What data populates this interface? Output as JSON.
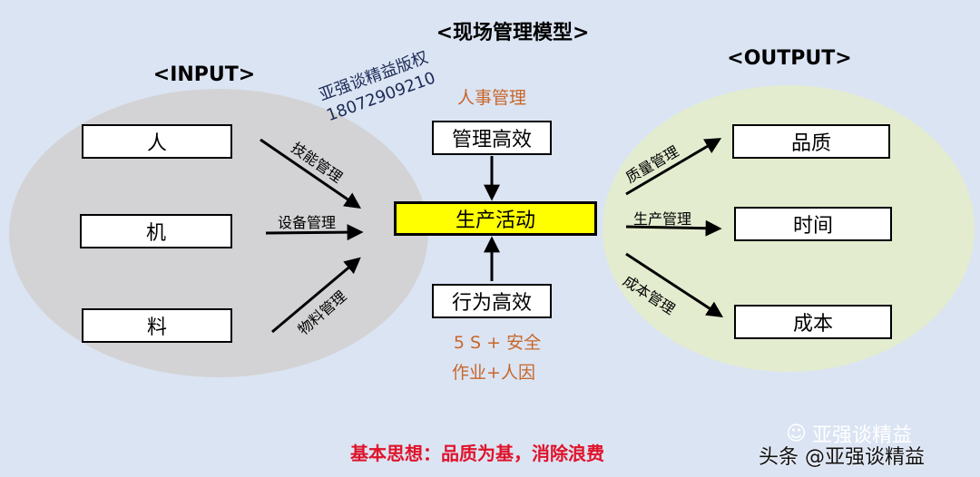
{
  "title": "<现场管理模型>",
  "input": {
    "heading": "<INPUT>",
    "items": [
      "人",
      "机",
      "料"
    ],
    "arrow_labels": [
      "技能管理",
      "设备管理",
      "物料管理"
    ]
  },
  "output": {
    "heading": "<OUTPUT>",
    "items": [
      "品质",
      "时间",
      "成本"
    ],
    "arrow_labels": [
      "质量管理",
      "生产管理",
      "成本管理"
    ]
  },
  "center": {
    "top_label": "人事管理",
    "top_box": "管理高效",
    "core_box": "生产活动",
    "bottom_box": "行为高效",
    "bottom_label_1": "5 S + 安全",
    "bottom_label_2": "作业+人因"
  },
  "watermark": {
    "line1": "亚强谈精益版权",
    "line2": "18072909210"
  },
  "footer": "基本思想：品质为基，消除浪费",
  "brand": {
    "wechat": "亚强谈精益",
    "toutiao": "头条 @亚强谈精益"
  },
  "colors": {
    "core_fill": "#ffff00",
    "left_ellipse": "#d3d3d5",
    "right_ellipse": "#e3eccf",
    "footer_red": "#e0122a",
    "label_orange": "#c8662a"
  }
}
